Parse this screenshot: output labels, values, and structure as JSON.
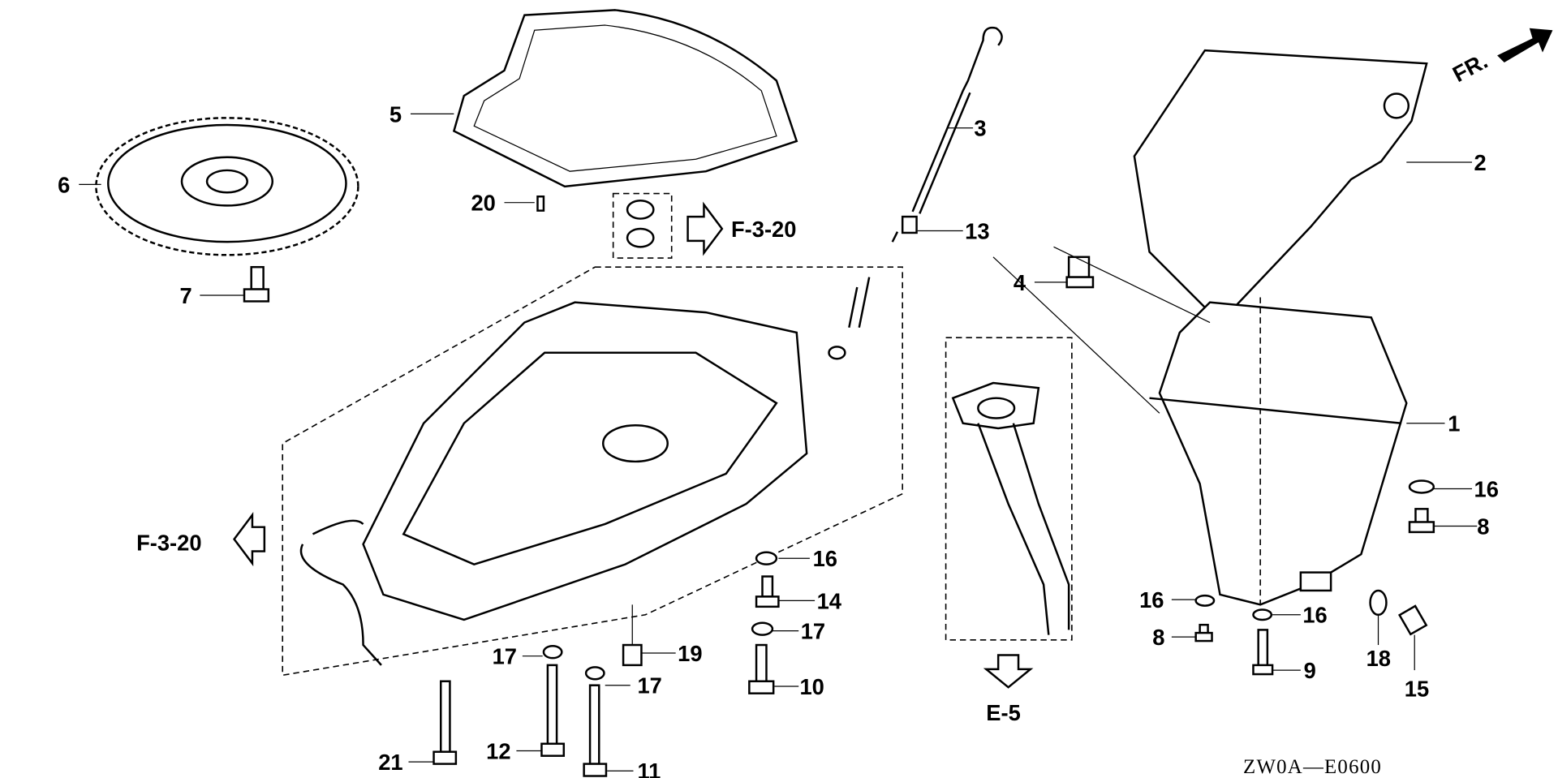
{
  "diagram_code": "ZW0A—E0600",
  "front_indicator": "FR.",
  "references": {
    "f_3_20_top": "F-3-20",
    "f_3_20_left": "F-3-20",
    "e_5": "E-5"
  },
  "callouts": [
    "1",
    "2",
    "3",
    "4",
    "5",
    "6",
    "7",
    "8",
    "8",
    "9",
    "10",
    "11",
    "12",
    "13",
    "14",
    "15",
    "16",
    "16",
    "16",
    "16",
    "17",
    "17",
    "17",
    "18",
    "19",
    "20",
    "21"
  ]
}
